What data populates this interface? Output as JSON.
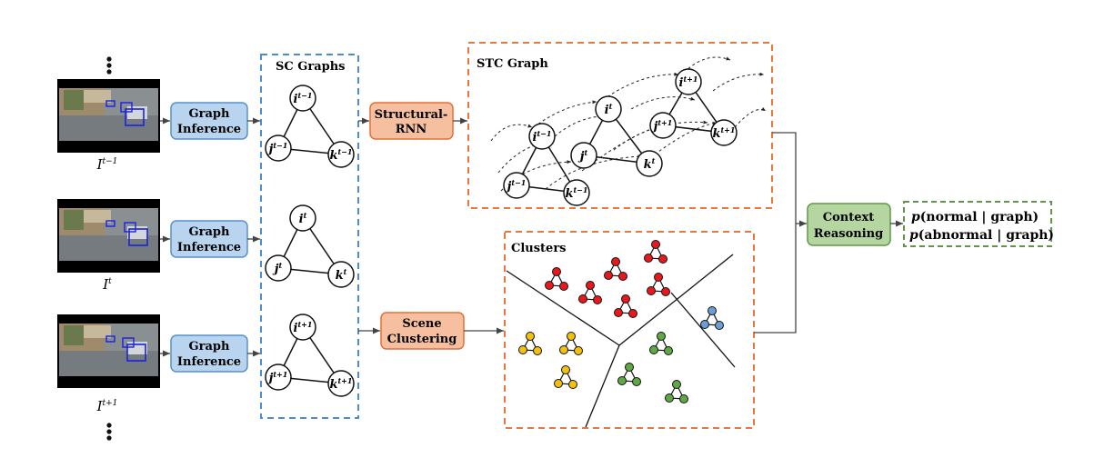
{
  "frames": [
    {
      "label_base": "I",
      "label_sup": "t−1"
    },
    {
      "label_base": "I",
      "label_sup": "t"
    },
    {
      "label_base": "I",
      "label_sup": "t+1"
    }
  ],
  "graph_inference_label": [
    "Graph",
    "Inference"
  ],
  "sc_graphs": {
    "title": "SC Graphs",
    "graphs": [
      {
        "i": "i",
        "j": "j",
        "k": "k",
        "sup": "t−1"
      },
      {
        "i": "i",
        "j": "j",
        "k": "k",
        "sup": "t"
      },
      {
        "i": "i",
        "j": "j",
        "k": "k",
        "sup": "t+1"
      }
    ]
  },
  "structural_rnn_label": [
    "Structural-",
    "RNN"
  ],
  "scene_clustering_label": [
    "Scene",
    "Clustering"
  ],
  "stc_graph": {
    "title": "STC Graph",
    "nodes": [
      {
        "base": "i",
        "sup": "t+1"
      },
      {
        "base": "i",
        "sup": "t"
      },
      {
        "base": "j",
        "sup": "t+1"
      },
      {
        "base": "k",
        "sup": "t+1"
      },
      {
        "base": "i",
        "sup": "t−1"
      },
      {
        "base": "j",
        "sup": "t"
      },
      {
        "base": "k",
        "sup": "t"
      },
      {
        "base": "j",
        "sup": "t−1"
      },
      {
        "base": "k",
        "sup": "t−1"
      }
    ]
  },
  "clusters": {
    "title": "Clusters",
    "colors": {
      "red": "#e8191c",
      "yellow": "#f2c10e",
      "green": "#5fa845",
      "blue": "#6b9fd4"
    }
  },
  "context_reasoning_label": [
    "Context",
    "Reasoning"
  ],
  "outputs": {
    "normal": {
      "p": "p",
      "text": "(normal | graph)"
    },
    "abnormal": {
      "p": "p",
      "text": "(abnormal | graph)"
    }
  },
  "colors": {
    "blue_box": "#b8d4ee",
    "blue_border": "#5b8fc7",
    "orange_box": "#f6c0a0",
    "orange_border": "#e07038",
    "green_box": "#b5d6a0",
    "green_border": "#5f9745",
    "dash_blue": "#4a8ed0",
    "dash_orange": "#e8773a",
    "dash_green": "#5f9745"
  }
}
